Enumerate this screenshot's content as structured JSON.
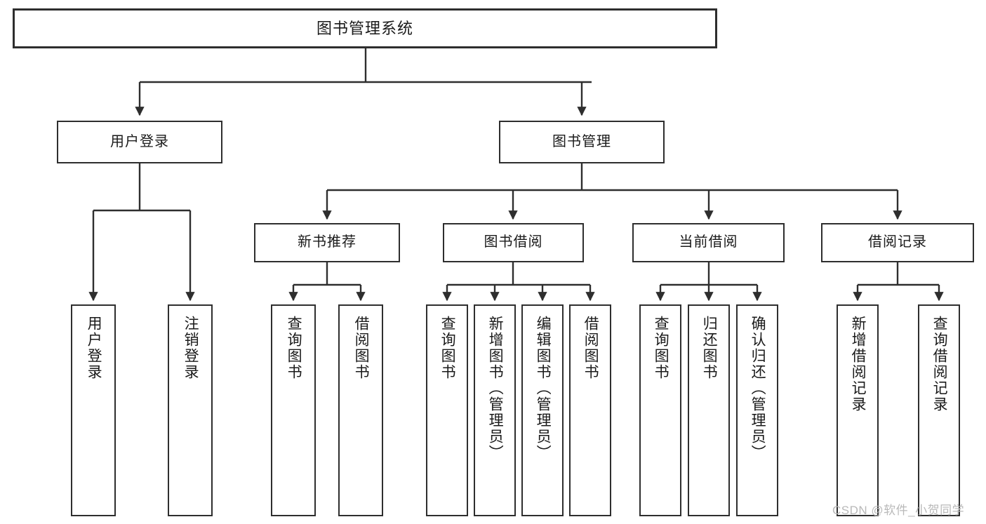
{
  "diagram": {
    "title": "图书管理系统",
    "watermark": "CSDN @软件_小贺同学",
    "style": {
      "box_border_color": "#2e2e2e",
      "box_fill": "#ffffff",
      "connector_color": "#2e2e2e",
      "background": "#ffffff",
      "watermark_color": "#b9b9b9"
    },
    "root": {
      "label": "图书管理系统"
    },
    "level1": [
      {
        "label": "用户登录"
      },
      {
        "label": "图书管理"
      }
    ],
    "level2": [
      {
        "label": "新书推荐"
      },
      {
        "label": "图书借阅"
      },
      {
        "label": "当前借阅"
      },
      {
        "label": "借阅记录"
      }
    ],
    "leaves": {
      "user_login": [
        {
          "label": "用户登录"
        },
        {
          "label": "注销登录"
        }
      ],
      "new_book_recommend": [
        {
          "label": "查询图书"
        },
        {
          "label": "借阅图书"
        }
      ],
      "book_borrow": [
        {
          "label": "查询图书"
        },
        {
          "label": "新增图书（管理员）"
        },
        {
          "label": "编辑图书（管理员）"
        },
        {
          "label": "借阅图书"
        }
      ],
      "current_borrow": [
        {
          "label": "查询图书"
        },
        {
          "label": "归还图书"
        },
        {
          "label": "确认归还（管理员）"
        }
      ],
      "borrow_records": [
        {
          "label": "新增借阅记录"
        },
        {
          "label": "查询借阅记录"
        }
      ]
    }
  }
}
